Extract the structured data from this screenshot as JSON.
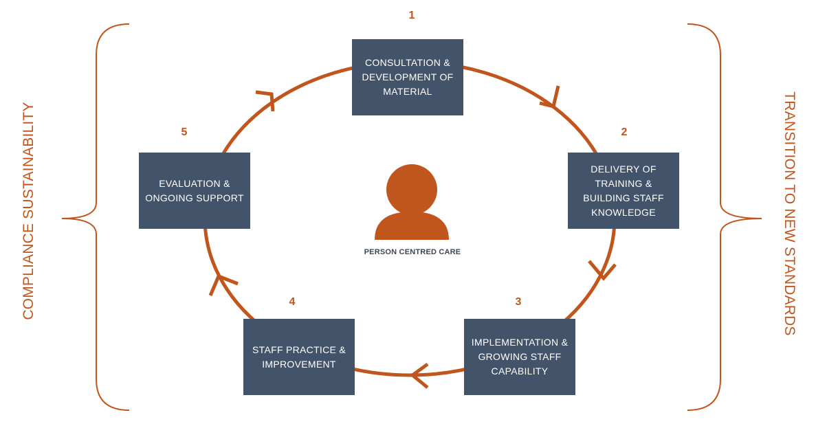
{
  "colors": {
    "accent": "#c0561d",
    "box": "#435369",
    "box_text": "#ffffff"
  },
  "steps": [
    {
      "number": "1",
      "label": "CONSULTATION &\nDEVELOPMENT OF\nMATERIAL"
    },
    {
      "number": "2",
      "label": "DELIVERY OF\nTRAINING &\nBUILDING STAFF\nKNOWLEDGE"
    },
    {
      "number": "3",
      "label": "IMPLEMENTATION &\nGROWING STAFF\nCAPABILITY"
    },
    {
      "number": "4",
      "label": "STAFF PRACTICE &\nIMPROVEMENT"
    },
    {
      "number": "5",
      "label": "EVALUATION &\nONGOING SUPPORT"
    }
  ],
  "center": {
    "icon": "person-icon",
    "label": "PERSON CENTRED CARE"
  },
  "left_label": "COMPLIANCE SUSTAINABILITY",
  "right_label": "TRANSITION TO NEW STANDARDS"
}
